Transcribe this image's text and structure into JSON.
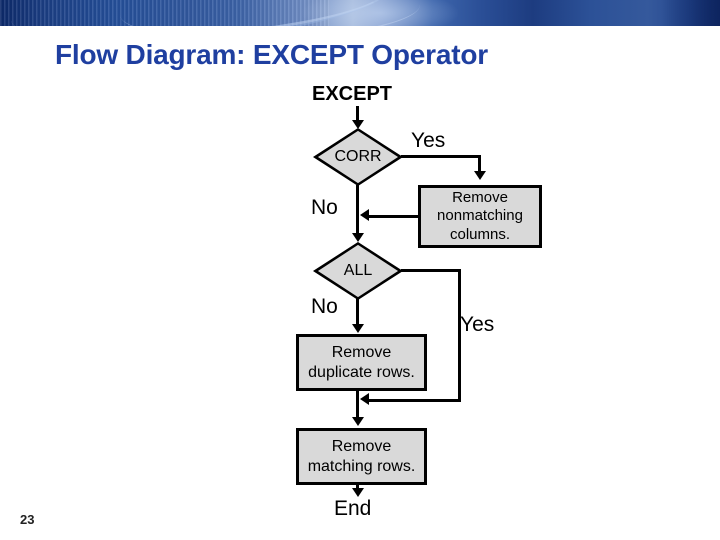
{
  "slide": {
    "title": "Flow Diagram: EXCEPT Operator",
    "page_number": "23",
    "title_color": "#1F3FA0",
    "node_fill": "#D9D9D9",
    "banner_color": "#1b3e84"
  },
  "diagram": {
    "type": "flowchart",
    "start_label": "EXCEPT",
    "end_label": "End",
    "decisions": [
      {
        "id": "corr",
        "label": "CORR",
        "yes_label": "Yes",
        "no_label": "No"
      },
      {
        "id": "all",
        "label": "ALL",
        "yes_label": "Yes",
        "no_label": "No"
      }
    ],
    "processes": [
      {
        "id": "nonmatching",
        "lines": [
          "Remove",
          "nonmatching",
          "columns."
        ]
      },
      {
        "id": "duplicate",
        "lines": [
          "Remove",
          "duplicate rows."
        ]
      },
      {
        "id": "matching",
        "lines": [
          "Remove",
          "matching rows."
        ]
      }
    ],
    "edges": [
      {
        "from": "EXCEPT",
        "to": "CORR",
        "label": ""
      },
      {
        "from": "CORR",
        "to": "nonmatching",
        "label": "Yes"
      },
      {
        "from": "CORR",
        "to": "ALL",
        "label": "No"
      },
      {
        "from": "nonmatching",
        "to": "ALL",
        "label": ""
      },
      {
        "from": "ALL",
        "to": "duplicate",
        "label": "No"
      },
      {
        "from": "ALL",
        "to": "matching",
        "label": "Yes"
      },
      {
        "from": "duplicate",
        "to": "matching",
        "label": ""
      },
      {
        "from": "matching",
        "to": "End",
        "label": ""
      }
    ]
  }
}
